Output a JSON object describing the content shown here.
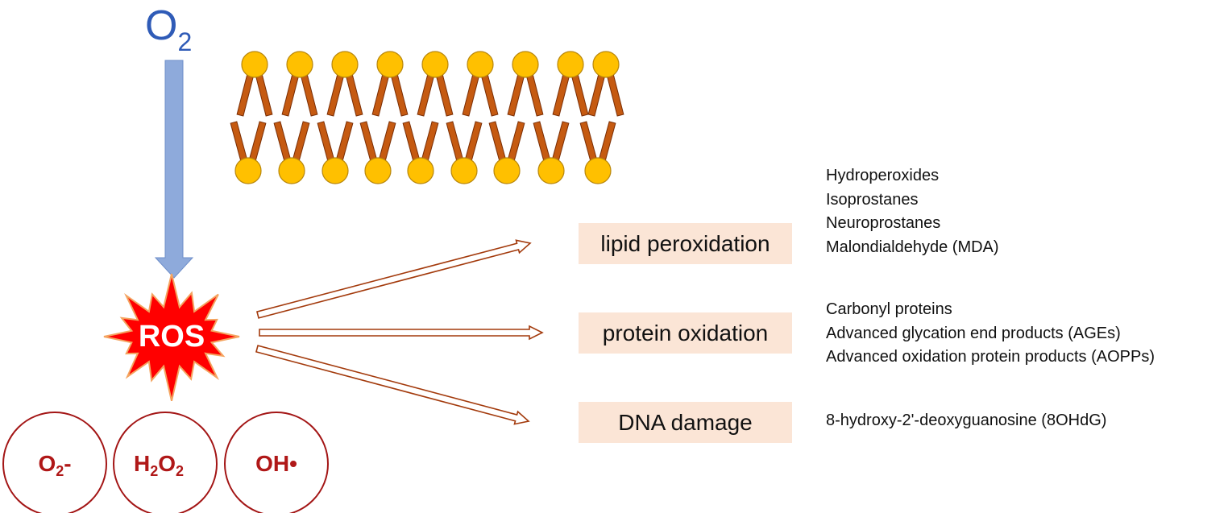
{
  "title": "ROS-induced oxidative damage and biomarkers",
  "oxygen": {
    "symbol": "O",
    "subscript": "2"
  },
  "colors": {
    "oxygen_blue": "#2f5bb7",
    "down_arrow": "#8eaadb",
    "lipid_head": "#ffc000",
    "lipid_tail": "#c55a11",
    "ros_star": "#ff0000",
    "species_red": "#b01818",
    "arrow_outline": "#a33a0c",
    "box_fill": "#fbe5d6"
  },
  "membrane": {
    "heads_per_leaflet": 9,
    "description": "phospholipid bilayer"
  },
  "ros": {
    "label": "ROS"
  },
  "species": [
    {
      "base": "O",
      "sub": "2",
      "tail": "-"
    },
    {
      "base": "H",
      "sub": "2",
      "mid": "O",
      "sub2": "2"
    },
    {
      "base": "OH•"
    }
  ],
  "outcomes": [
    {
      "label": "lipid peroxidation",
      "markers": [
        "Hydroperoxides",
        "Isoprostanes",
        "Neuroprostanes",
        "Malondialdehyde (MDA)"
      ]
    },
    {
      "label": "protein oxidation",
      "markers": [
        "Carbonyl proteins",
        "Advanced glycation end products (AGEs)",
        "Advanced oxidation protein products (AOPPs)"
      ]
    },
    {
      "label": "DNA damage",
      "markers": [
        "8-hydroxy-2'-deoxyguanosine (8OHdG)"
      ]
    }
  ]
}
